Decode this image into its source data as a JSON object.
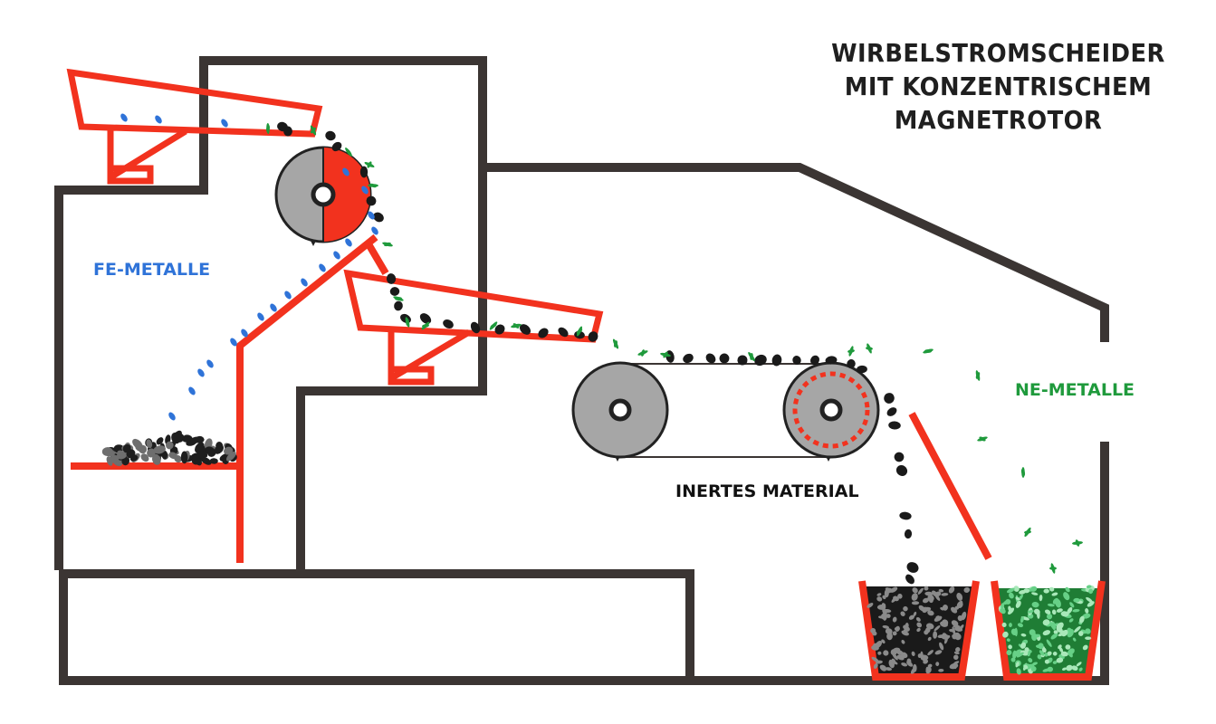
{
  "title": {
    "line1": "WIRBELSTROMSCHEIDER",
    "line2": "MIT KONZENTRISCHEM",
    "line3": "MAGNETROTOR"
  },
  "labels": {
    "fe_metals": "FE-METALLE",
    "nf_metals": "NE-METALLE",
    "inert": "INERTES MATERIAL"
  },
  "colors": {
    "frame": "#3b3533",
    "red": "#f2321e",
    "blue": "#2f73d8",
    "green": "#1f9a3c",
    "drum_grey": "#a6a6a6",
    "material_dark": "#1a1a1a"
  },
  "icons": [
    "magnetic-drum-icon",
    "eddy-current-rotor-icon",
    "idler-drum-icon",
    "vibratory-feeder-icon",
    "collection-bin-icon"
  ]
}
